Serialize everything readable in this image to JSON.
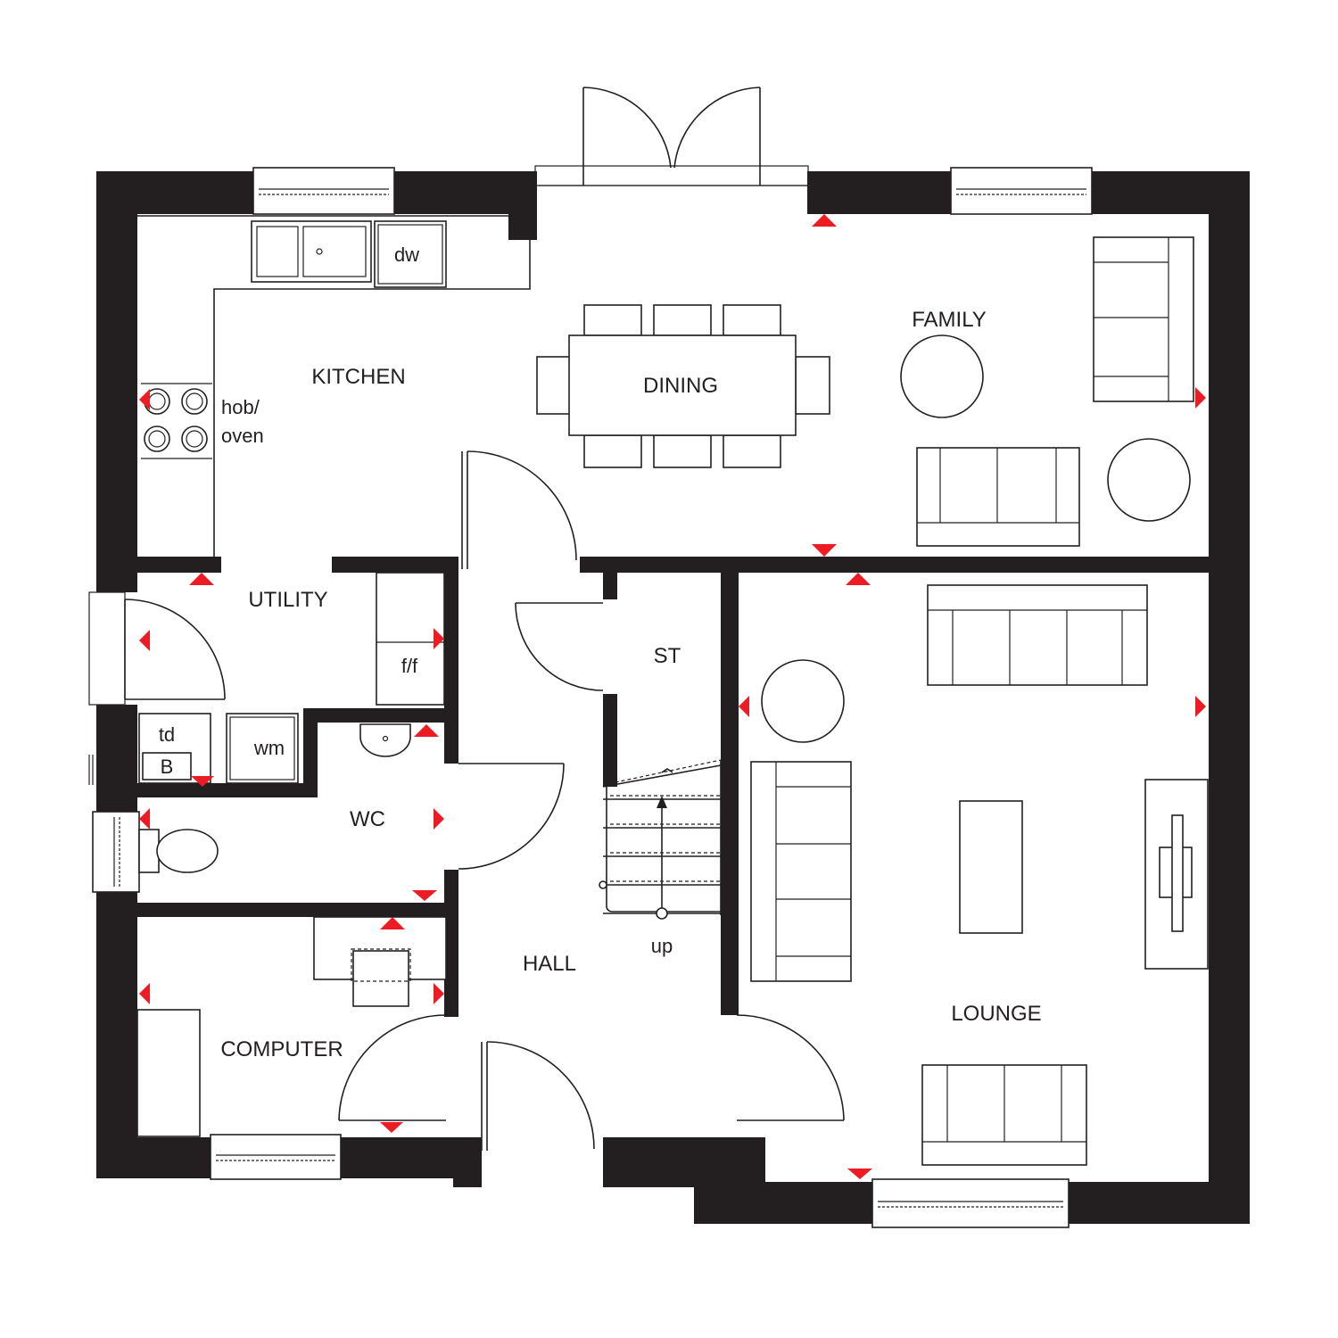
{
  "rooms": {
    "kitchen": "KITCHEN",
    "dining": "DINING",
    "family": "FAMILY",
    "utility": "UTILITY",
    "st": "ST",
    "wc": "WC",
    "hall": "HALL",
    "computer": "COMPUTER",
    "lounge": "LOUNGE"
  },
  "fixtures": {
    "dishwasher": "dw",
    "hob_line1": "hob/",
    "hob_line2": "oven",
    "fridge_freezer": "f/f",
    "tumble_dryer": "td",
    "boiler": "B",
    "washing_machine": "wm",
    "stairs": "up"
  },
  "colors": {
    "wall": "#231f20",
    "marker": "#ed1c24",
    "background": "#ffffff"
  }
}
